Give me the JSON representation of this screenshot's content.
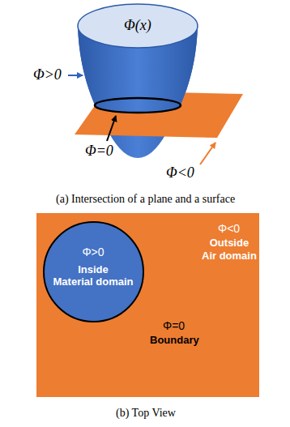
{
  "diagram": {
    "nodes": [
      {
        "text": [
          "Φ<0",
          "Outside Air domain"
        ]
      },
      {
        "text": [
          "Φ>0",
          "Inside Material domain"
        ],
        "in": 0
      }
    ],
    "labels": [
      "Φ(x)",
      "Φ>0",
      "Φ=0",
      "Φ<0",
      "(a) Intersection of a plane and a surface",
      "Φ=0",
      "Boundary",
      "(b) Top View"
    ]
  }
}
